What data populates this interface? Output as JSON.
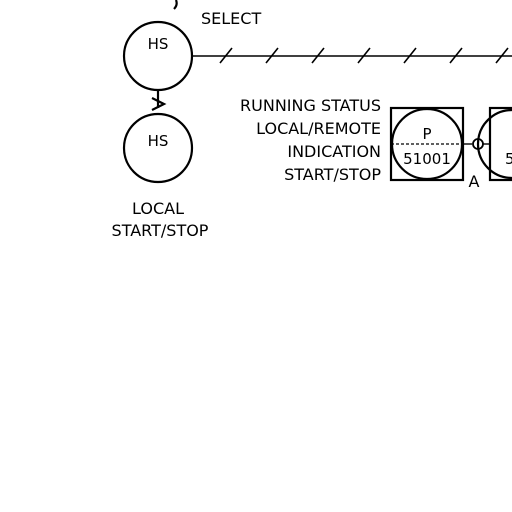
{
  "select_label": "SELECT",
  "hs_remote": {
    "tag": "HS"
  },
  "hs_local": {
    "tag": "HS"
  },
  "local_caption": {
    "line1": "LOCAL",
    "line2": "START/STOP"
  },
  "status_labels": [
    "RUNNING STATUS",
    "LOCAL/REMOTE",
    "INDICATION",
    "START/STOP"
  ],
  "plc_block": {
    "letter": "P",
    "number": "51001"
  },
  "marker_letter": "A",
  "partial_block": {
    "number_fragment": "5"
  }
}
